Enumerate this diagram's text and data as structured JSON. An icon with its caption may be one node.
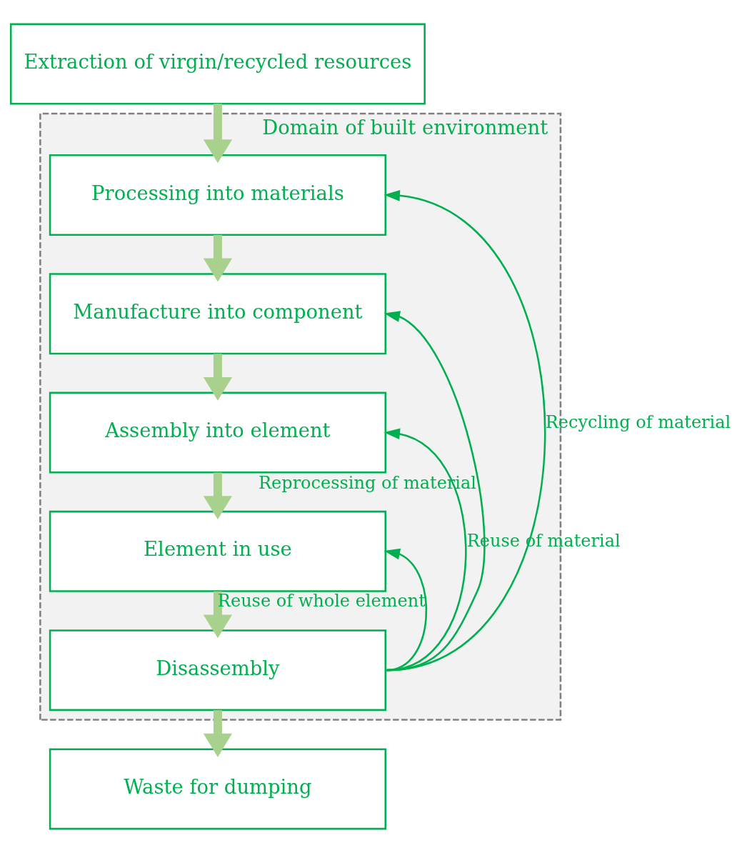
{
  "diagram": {
    "nodes": [
      {
        "text": [
          "Extraction of virgin/recycled resources"
        ]
      },
      {
        "text": [
          "Domain of built environment"
        ]
      },
      {
        "text": [
          "Processing into materials"
        ],
        "in": 1
      },
      {
        "text": [
          "Manufacture into component"
        ],
        "in": 1
      },
      {
        "text": [
          "Assembly into element"
        ],
        "in": 1
      },
      {
        "text": [
          "Element in use"
        ],
        "in": 1
      },
      {
        "text": [
          "Disassembly"
        ],
        "in": 1
      },
      {
        "text": [
          "Waste for dumping"
        ]
      }
    ],
    "edges": [
      {
        "from": 0,
        "to": 2,
        "arrow": "to"
      },
      {
        "from": 2,
        "to": 3,
        "arrow": "to"
      },
      {
        "from": 3,
        "to": 4,
        "arrow": "to"
      },
      {
        "from": 4,
        "to": 5,
        "arrow": "to"
      },
      {
        "from": 5,
        "to": 6,
        "arrow": "to"
      },
      {
        "from": 6,
        "to": 7,
        "arrow": "to"
      },
      {
        "from": 6,
        "to": 2,
        "arrow": "to",
        "label": "Recycling of material",
        "color": "#00b050"
      },
      {
        "from": 6,
        "to": 3,
        "arrow": "to",
        "label": "Reprocessing of material",
        "color": "#00b050"
      },
      {
        "from": 6,
        "to": 4,
        "arrow": "to",
        "label": "Reuse of material",
        "color": "#00b050"
      },
      {
        "from": 6,
        "to": 5,
        "arrow": "to",
        "label": "Reuse of whole element",
        "color": "#00b050"
      }
    ]
  }
}
